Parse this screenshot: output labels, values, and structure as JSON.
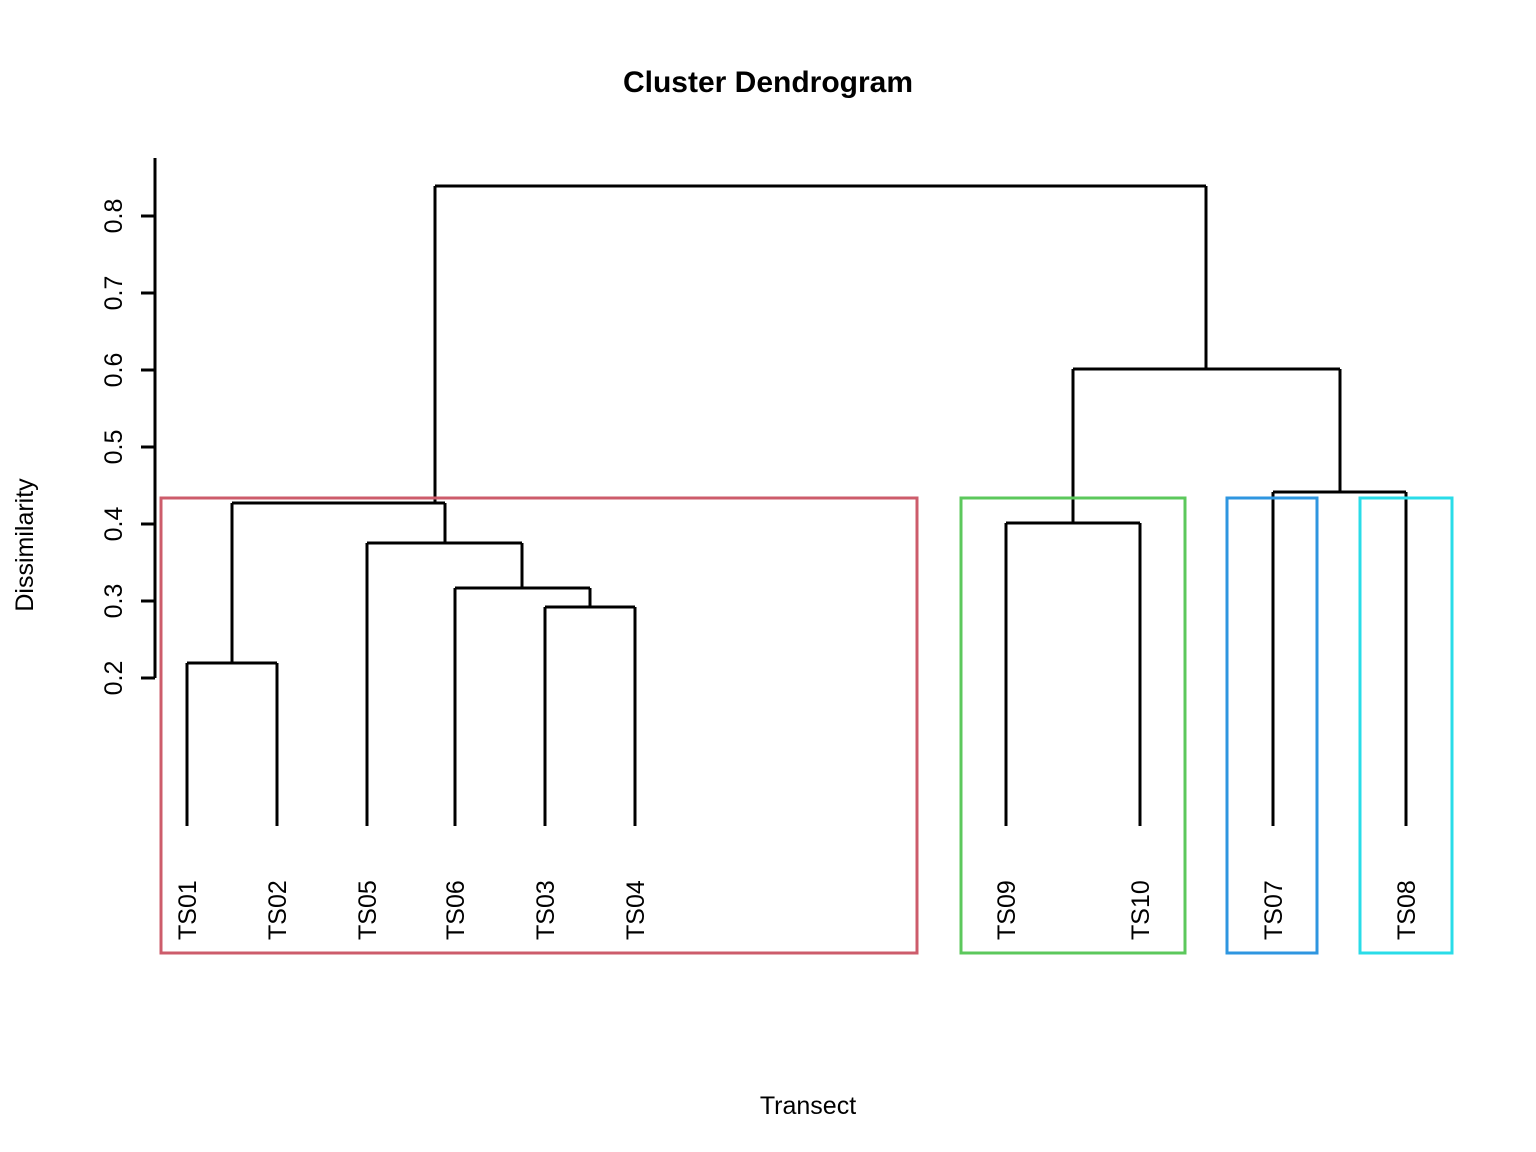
{
  "chart_data": {
    "type": "tree",
    "title": "Cluster Dendrogram",
    "xlabel": "Transect",
    "ylabel": "Dissimilarity",
    "ylim": [
      0.2,
      0.8
    ],
    "yticks": [
      0.2,
      0.3,
      0.4,
      0.5,
      0.6,
      0.7,
      0.8
    ],
    "ytick_labels": [
      "0.2",
      "0.3",
      "0.4",
      "0.5",
      "0.6",
      "0.7",
      "0.8"
    ],
    "grid": false,
    "legend": "none",
    "leaf_order": [
      "TS01",
      "TS02",
      "TS05",
      "TS06",
      "TS03",
      "TS04",
      "TS09",
      "TS10",
      "TS07",
      "TS08"
    ],
    "merges": [
      {
        "id": "m1",
        "label": "TS01 + TS02",
        "members": [
          "TS01",
          "TS02"
        ],
        "height": 0.22
      },
      {
        "id": "m2",
        "label": "TS03 + TS04",
        "members": [
          "TS03",
          "TS04"
        ],
        "height": 0.292
      },
      {
        "id": "m3",
        "label": "TS06 + (TS03,TS04)",
        "members": [
          "TS06",
          "TS03",
          "TS04"
        ],
        "height": 0.317
      },
      {
        "id": "m4",
        "label": "TS05 + (TS06,TS03,TS04)",
        "members": [
          "TS05",
          "TS06",
          "TS03",
          "TS04"
        ],
        "height": 0.375
      },
      {
        "id": "m5",
        "label": "TS09 + TS10",
        "members": [
          "TS09",
          "TS10"
        ],
        "height": 0.401
      },
      {
        "id": "m6",
        "label": "(TS01,TS02) + (TS05,TS06,TS03,TS04)",
        "members": [
          "TS01",
          "TS02",
          "TS05",
          "TS06",
          "TS03",
          "TS04"
        ],
        "height": 0.427
      },
      {
        "id": "m7",
        "label": "TS07 + TS08",
        "members": [
          "TS07",
          "TS08"
        ],
        "height": 0.441
      },
      {
        "id": "m8",
        "label": "(TS09,TS10) + (TS07,TS08)",
        "members": [
          "TS09",
          "TS10",
          "TS07",
          "TS08"
        ],
        "height": 0.601
      },
      {
        "id": "m9",
        "label": "root",
        "members": [
          "TS01",
          "TS02",
          "TS05",
          "TS06",
          "TS03",
          "TS04",
          "TS09",
          "TS10",
          "TS07",
          "TS08"
        ],
        "height": 0.839
      }
    ],
    "cluster_boxes": [
      {
        "name": "cluster-1",
        "color": "#CD5C6B",
        "members": [
          "TS01",
          "TS02",
          "TS05",
          "TS06",
          "TS03",
          "TS04"
        ],
        "cut_height": 0.427
      },
      {
        "name": "cluster-2",
        "color": "#5CC85C",
        "members": [
          "TS09",
          "TS10"
        ],
        "cut_height": 0.427
      },
      {
        "name": "cluster-3",
        "color": "#2E96E0",
        "members": [
          "TS07"
        ],
        "cut_height": 0.427
      },
      {
        "name": "cluster-4",
        "color": "#2ADCE8",
        "members": [
          "TS08"
        ],
        "cut_height": 0.427
      }
    ],
    "cut_line_height": 0.427,
    "n_clusters": 4
  },
  "labels": {
    "title": "Cluster Dendrogram",
    "xlabel": "Transect",
    "ylabel": "Dissimilarity",
    "leaves": {
      "TS01": "TS01",
      "TS02": "TS02",
      "TS05": "TS05",
      "TS06": "TS06",
      "TS03": "TS03",
      "TS04": "TS04",
      "TS09": "TS09",
      "TS10": "TS10",
      "TS07": "TS07",
      "TS08": "TS08"
    },
    "ticks": {
      "t02": "0.2",
      "t03": "0.3",
      "t04": "0.4",
      "t05": "0.5",
      "t06": "0.6",
      "t07": "0.7",
      "t08": "0.8"
    }
  },
  "colors": {
    "background": "#ffffff",
    "foreground": "#000000",
    "cluster1": "#CD5C6B",
    "cluster2": "#5CC85C",
    "cluster3": "#2E96E0",
    "cluster4": "#2ADCE8"
  }
}
